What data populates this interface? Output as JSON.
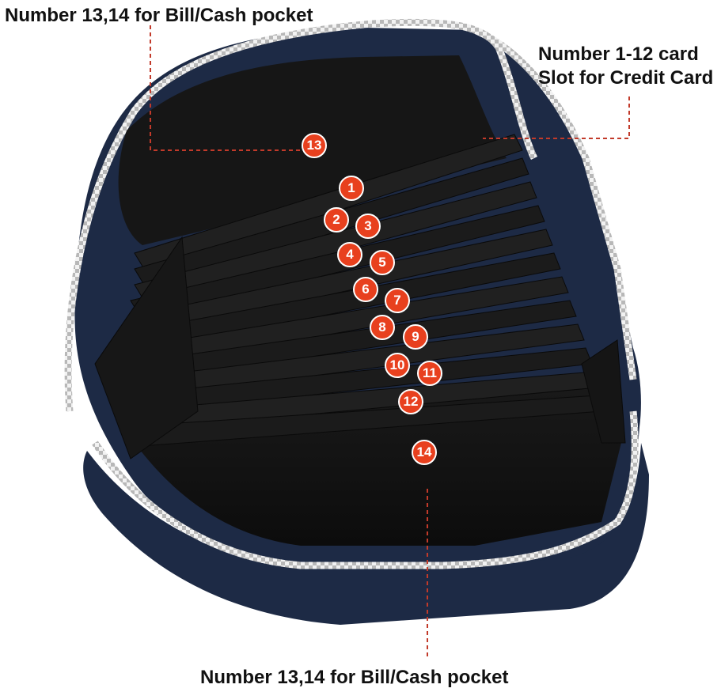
{
  "labels": {
    "top_left": "Number 13,14 for Bill/Cash pocket",
    "top_right_line1": "Number 1-12 card",
    "top_right_line2": "Slot for Credit Card",
    "bottom": "Number 13,14 for Bill/Cash pocket"
  },
  "badges": {
    "b1": "1",
    "b2": "2",
    "b3": "3",
    "b4": "4",
    "b5": "5",
    "b6": "6",
    "b7": "7",
    "b8": "8",
    "b9": "9",
    "b10": "10",
    "b11": "11",
    "b12": "12",
    "b13": "13",
    "b14": "14"
  },
  "colors": {
    "badge_fill": "#e8401e",
    "leader_line": "#c23a2a",
    "wallet_leather": "#1d2a45",
    "wallet_interior": "#141414"
  }
}
